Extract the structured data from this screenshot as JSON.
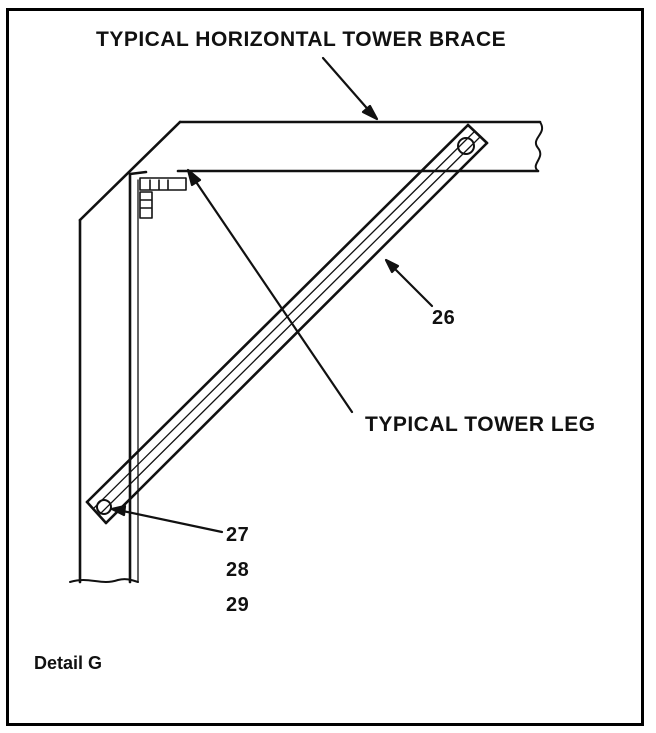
{
  "figure": {
    "title_label": "TYPICAL HORIZONTAL TOWER BRACE",
    "leg_label": "TYPICAL TOWER LEG",
    "callouts": [
      "26",
      "27",
      "28",
      "29"
    ],
    "detail_label": "Detail G"
  },
  "colors": {
    "ink": "#111111",
    "background": "#ffffff"
  }
}
